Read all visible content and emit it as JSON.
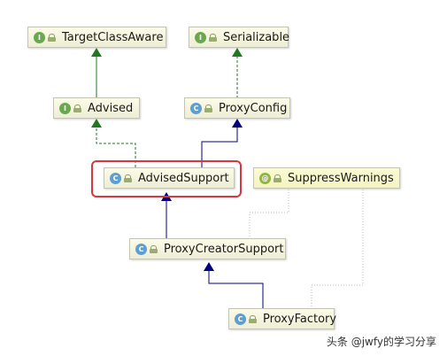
{
  "nodes": {
    "target_class_aware": {
      "kind": "I",
      "label": "TargetClassAware"
    },
    "serializable": {
      "kind": "I",
      "label": "Serializable"
    },
    "advised": {
      "kind": "I",
      "label": "Advised"
    },
    "proxy_config": {
      "kind": "C",
      "label": "ProxyConfig"
    },
    "advised_support": {
      "kind": "C",
      "label": "AdvisedSupport"
    },
    "suppress_warnings": {
      "kind": "@",
      "label": "SuppressWarnings"
    },
    "proxy_creator_support": {
      "kind": "C",
      "label": "ProxyCreatorSupport"
    },
    "proxy_factory": {
      "kind": "C",
      "label": "ProxyFactory"
    }
  },
  "colors": {
    "implements_edge": "#1f7a1f",
    "extends_edge": "#000080",
    "annotation_edge": "#b0b0b0",
    "highlight_box": "#d9363e"
  },
  "watermark": "头条 @jwfy的学习分享"
}
